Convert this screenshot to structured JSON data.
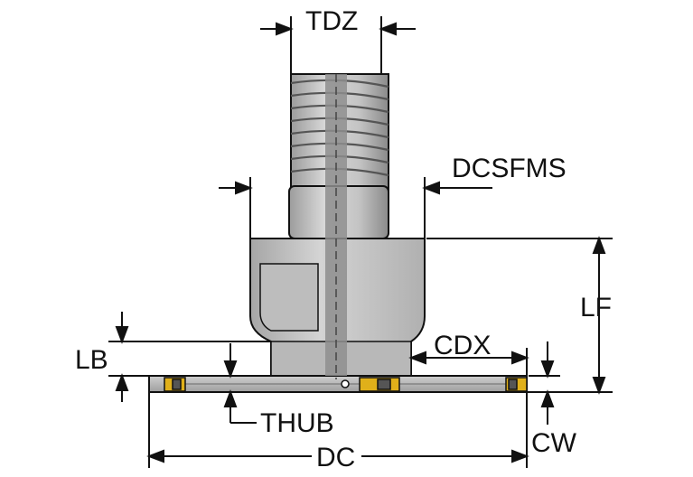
{
  "colors": {
    "background": "#ffffff",
    "line": "#111111",
    "body_dark": "#9a9a9a",
    "body_mid": "#bdbdbd",
    "body_light": "#d6d6d6",
    "slot_dark": "#555555",
    "insert_yellow": "#e0b01a"
  },
  "labels": {
    "tdz": "TDZ",
    "dcsfms": "DCSFMS",
    "lf": "LF",
    "lb": "LB",
    "cdx": "CDX",
    "thub": "THUB",
    "cw": "CW",
    "dc": "DC"
  },
  "icons": {
    "arrow": "arrowhead",
    "insert": "cutting-insert"
  }
}
